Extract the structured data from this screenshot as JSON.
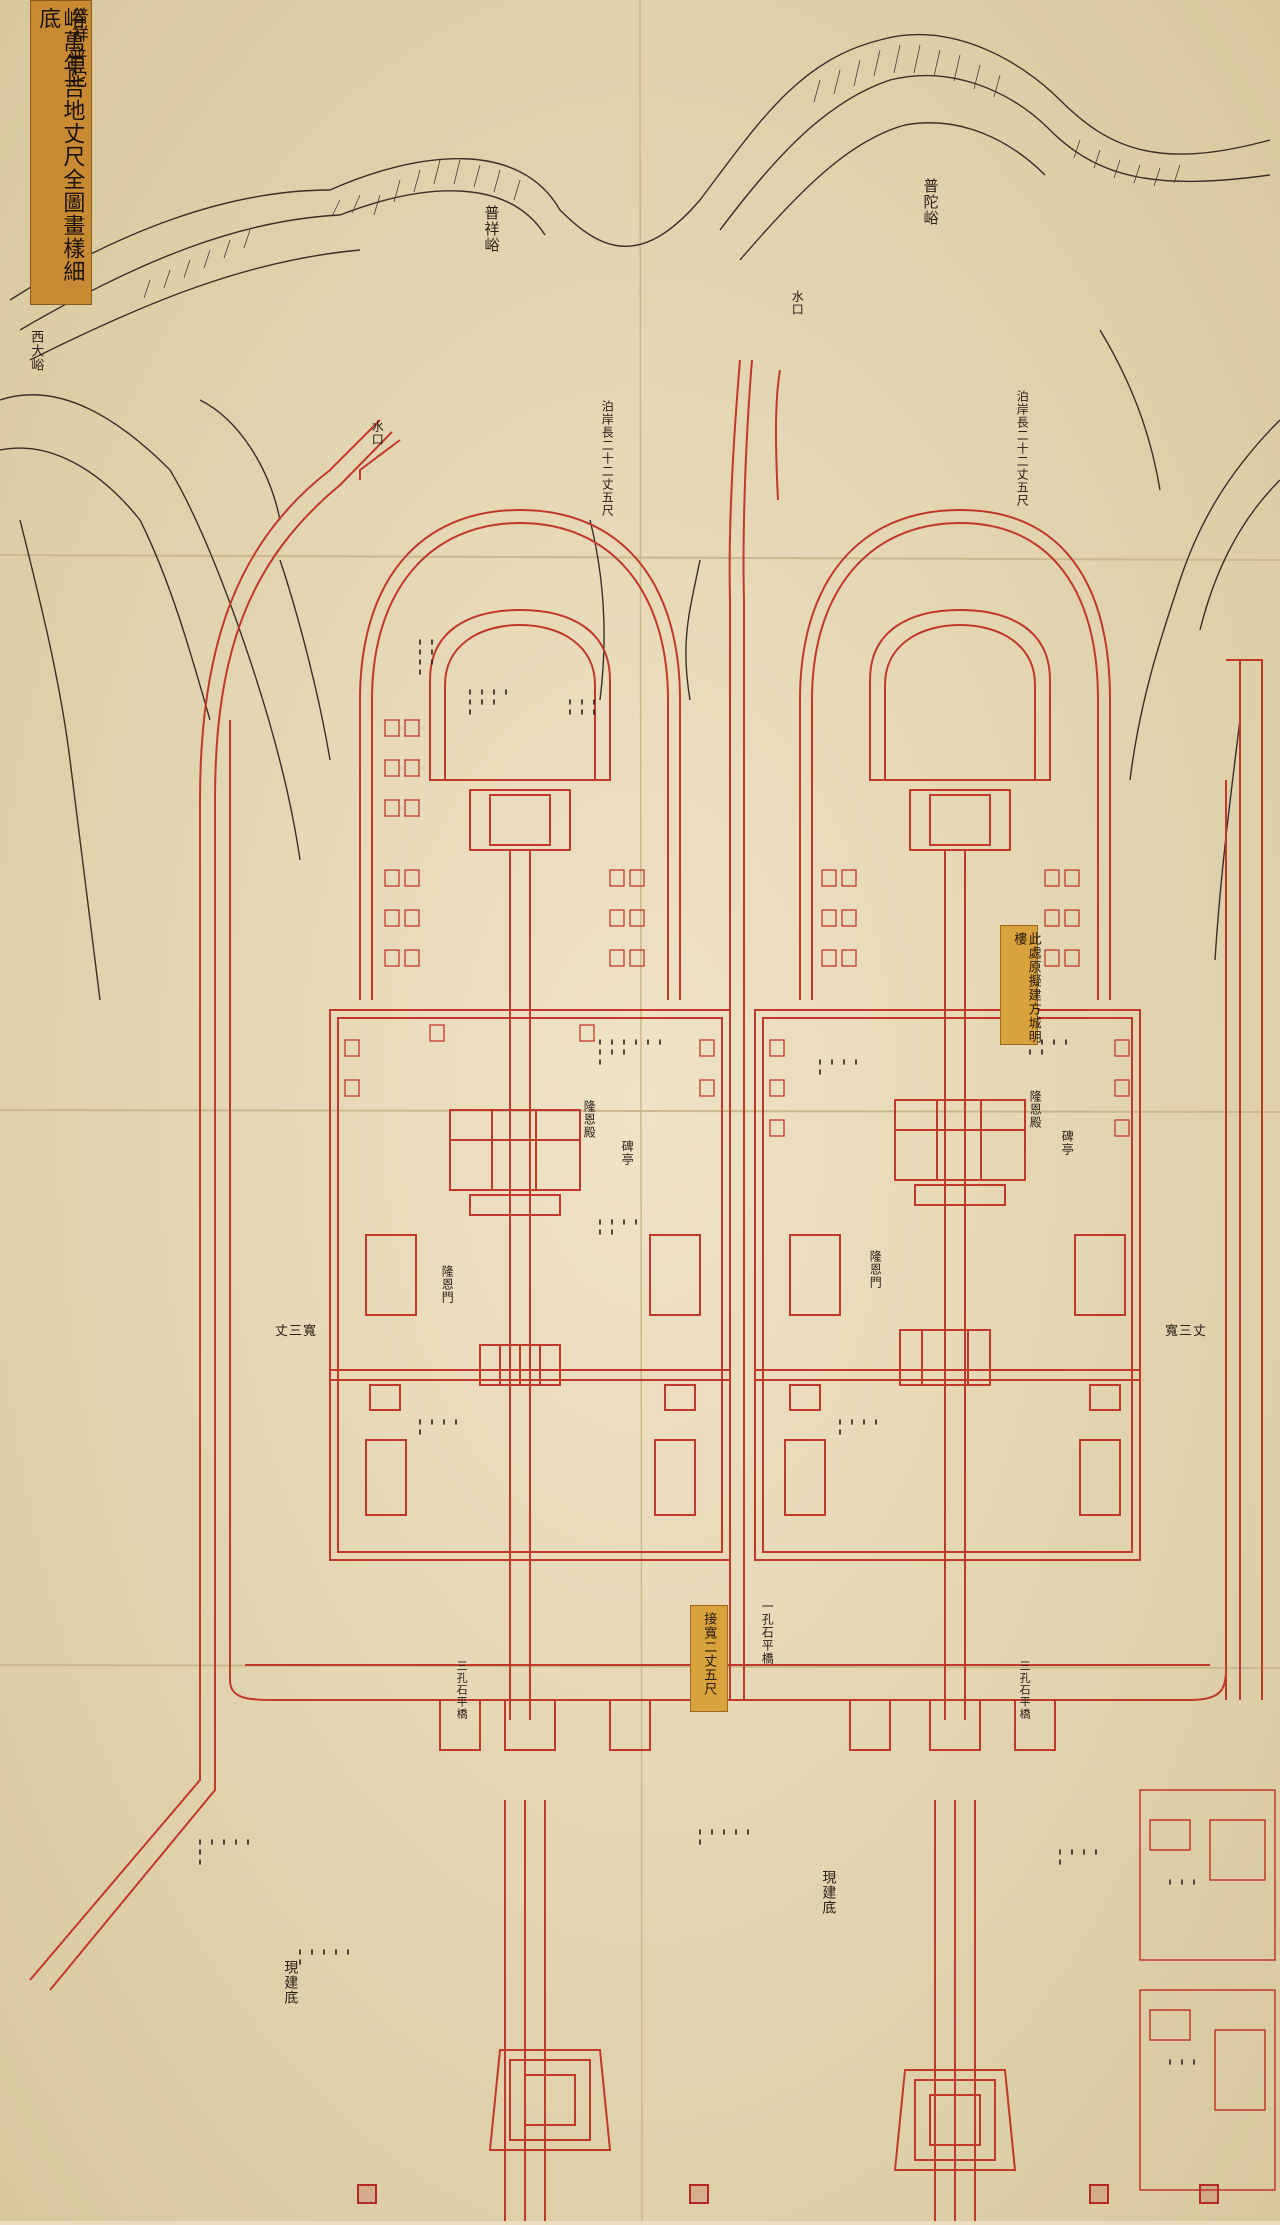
{
  "title": {
    "col1": "普陀",
    "col1_small": "普祥",
    "col2": "峪萬年吉地丈尺全圖畫樣細底"
  },
  "place_labels": {
    "west_peak": "普祥峪",
    "east_peak": "普陀峪",
    "west_valley": "西大峪",
    "water_mouth_left": "水口",
    "water_mouth_right": "水口"
  },
  "annotations": {
    "west_arch_note": "泊岸長二十二丈五尺",
    "east_arch_note": "泊岸長二十二丈五尺",
    "west_dim": "丈三寬",
    "east_dim": "寬三丈",
    "west_sign_pavilion": "碑亭",
    "east_sign_pavilion": "碑亭",
    "west_gate": "隆恩門",
    "east_gate": "隆恩門",
    "west_hall": "隆恩殿",
    "east_hall": "隆恩殿",
    "west_bridge": "三孔石平橋",
    "east_bridge": "三孔石平橋",
    "center_note": "一孔石平橋",
    "lower_left_title": "現建底",
    "lower_center_title": "現建底"
  },
  "paste_slips": {
    "center_slip": "接寬二丈五尺",
    "east_slip": "此處原擬建方城明樓"
  },
  "colors": {
    "paper": "#e9dcbc",
    "ink_red": "#c0392b",
    "ink_black": "#2b2118",
    "title_slip": "#c88a33"
  }
}
